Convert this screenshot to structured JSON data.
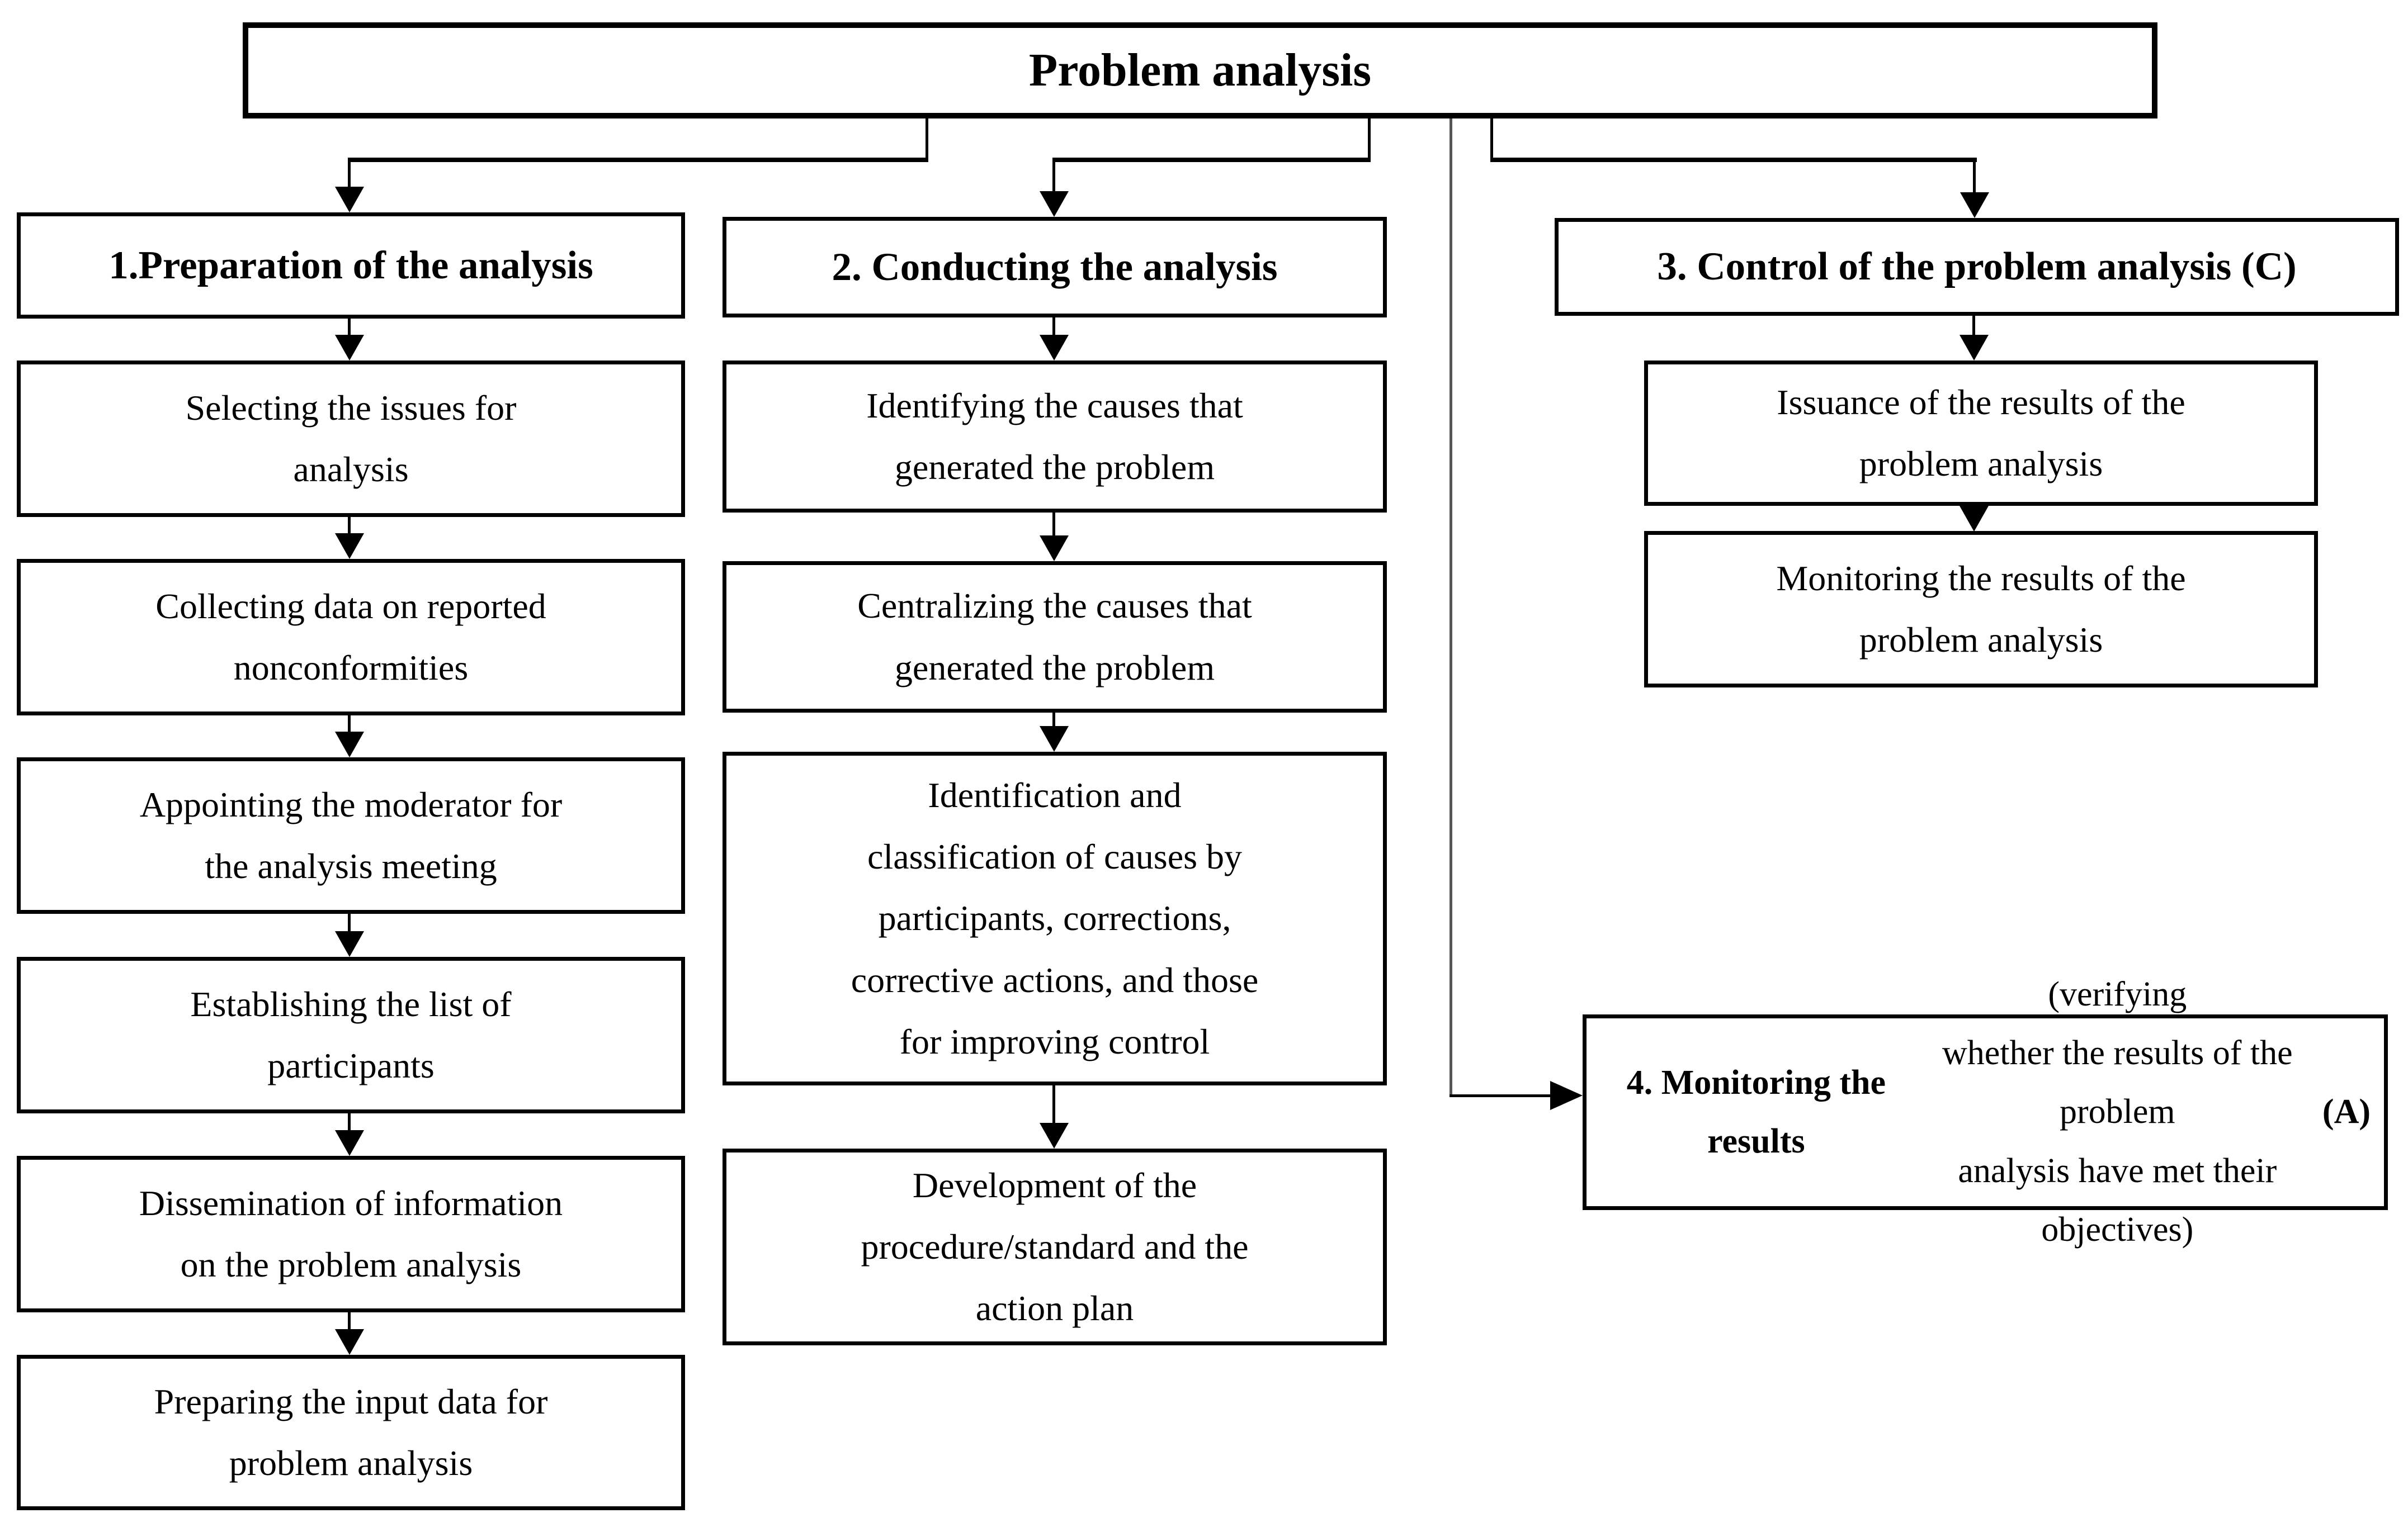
{
  "figure": {
    "title": "Problem analysis",
    "columns": [
      {
        "id": "preparation",
        "header": "1.Preparation of the analysis",
        "steps": [
          "Selecting the issues for\nanalysis",
          "Collecting data on reported\nnonconformities",
          "Appointing the moderator for\nthe analysis meeting",
          "Establishing the list of\nparticipants",
          "Dissemination of information\non the problem analysis",
          "Preparing the input data for\nproblem analysis"
        ]
      },
      {
        "id": "conducting",
        "header": "2. Conducting the analysis",
        "steps": [
          "Identifying the causes that\ngenerated the problem",
          "Centralizing the causes that\ngenerated the problem",
          "Identification and\nclassification of causes by\nparticipants, corrections,\ncorrective actions, and those\nfor improving control",
          "Development of the\nprocedure/standard and the\naction plan"
        ]
      },
      {
        "id": "control",
        "header": "3. Control of the problem analysis (C)",
        "steps": [
          "Issuance of the results of the\nproblem analysis",
          "Monitoring the results of the\nproblem analysis"
        ]
      }
    ],
    "monitoring_box": {
      "bold_lead": "4. Monitoring the results",
      "normal_text": " (verifying\nwhether the results of the problem\nanalysis have met their objectives) ",
      "bold_tail": "(A)"
    },
    "colors": {
      "background": "#ffffff",
      "box_fill": "#ffffff",
      "border": "#000000",
      "text": "#000000",
      "drop_line": "#555555"
    }
  }
}
